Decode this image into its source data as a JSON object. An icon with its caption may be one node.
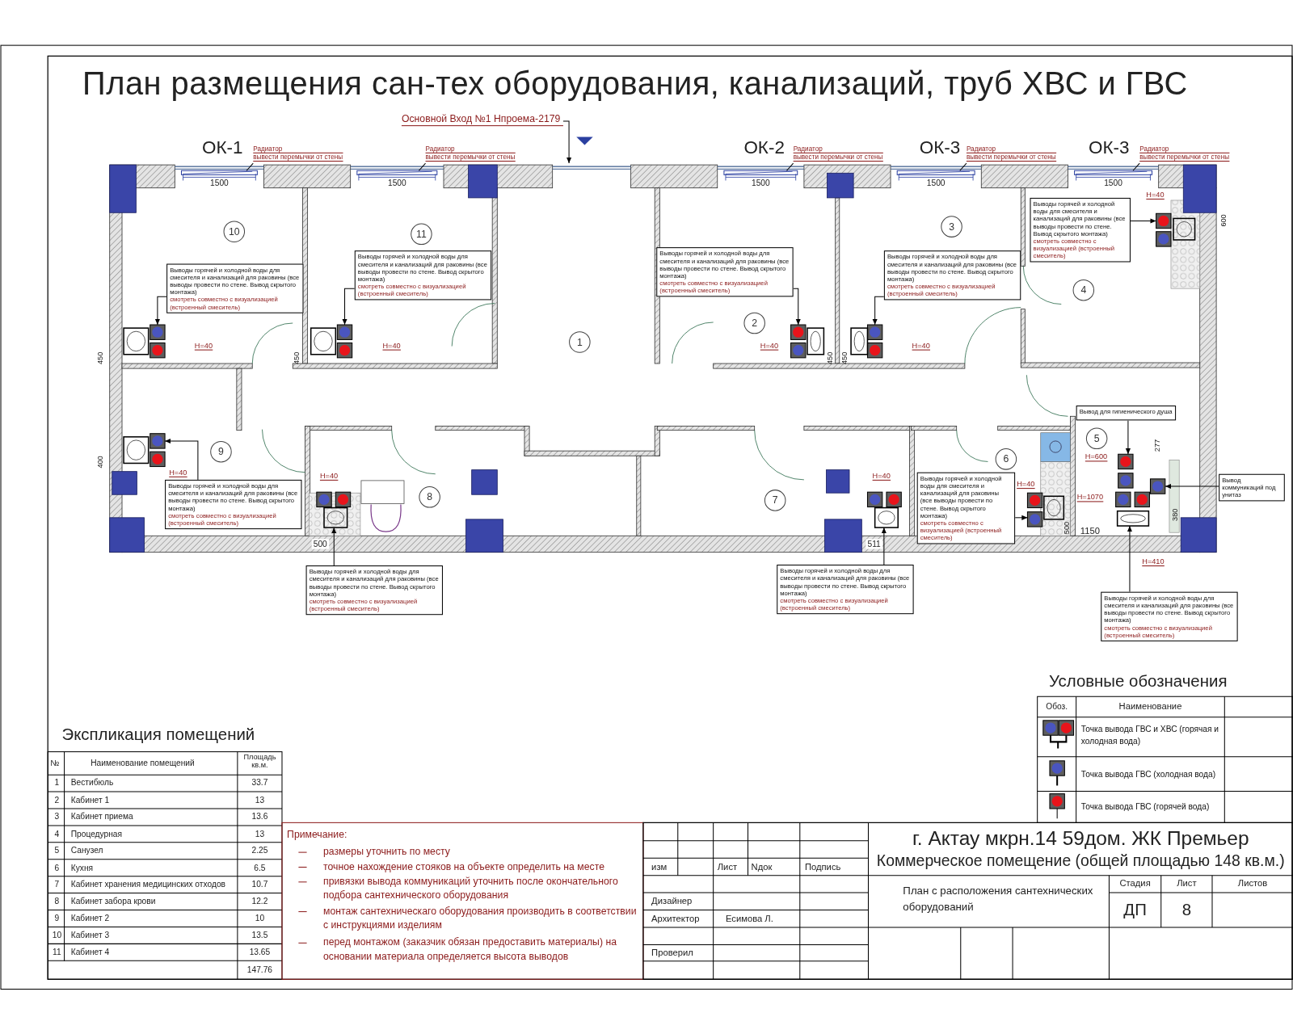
{
  "diagram": {
    "title": "План размещения сан-тех оборудования, канализаций, труб ХВС и ГВС",
    "nodes": [
      {
        "text": [
          "Основной Вход №1 Нпроема-2179"
        ]
      },
      {
        "text": [
          "Радиатор",
          "вывести перемычки от стены"
        ]
      },
      {
        "text": [
          "Радиатор",
          "вывести перемычки от стены"
        ]
      },
      {
        "text": [
          "Радиатор",
          "вывести перемычки от стены"
        ]
      },
      {
        "text": [
          "Радиатор",
          "вывести перемычки от стены"
        ]
      },
      {
        "text": [
          "Радиатор",
          "вывести перемычки от стены"
        ]
      },
      {
        "text": [
          "10"
        ]
      },
      {
        "text": [
          "11"
        ]
      },
      {
        "text": [
          "1"
        ]
      },
      {
        "text": [
          "2"
        ]
      },
      {
        "text": [
          "3"
        ]
      },
      {
        "text": [
          "4"
        ]
      },
      {
        "text": [
          "9"
        ]
      },
      {
        "text": [
          "8"
        ]
      },
      {
        "text": [
          "7"
        ]
      },
      {
        "text": [
          "6"
        ]
      },
      {
        "text": [
          "5"
        ]
      },
      {
        "text": [
          "Выводы горячей и холодной воды для смесителя и канализаций для раковины (все выводы провести по стене. Вывод скрытого монтажа)",
          "смотреть совместно с визуализацией (встроенный смеситель)"
        ]
      },
      {
        "text": [
          "Выводы горячей и холодной воды для смесителя и канализаций для раковины (все выводы провести по стене. Вывод скрытого монтажа)",
          "смотреть совместно с визуализацией (встроенный смеситель)"
        ]
      },
      {
        "text": [
          "Выводы горячей и холодной воды для смесителя и канализаций для раковины (все выводы провести по стене. Вывод скрытого монтажа)",
          "смотреть совместно с визуализацией (встроенный смеситель)"
        ]
      },
      {
        "text": [
          "Выводы горячей и холодной воды для смесителя и канализаций для раковины (все выводы провести по стене. Вывод скрытого монтажа)",
          "смотреть совместно с визуализацией (встроенный смеситель)"
        ]
      },
      {
        "text": [
          "Выводы горячей и холодной воды для смесителя и канализаций для раковины (все выводы провести по стене. Вывод скрытого монтажа)",
          "смотреть совместно с визуализацией (встроенный смеситель)"
        ]
      },
      {
        "text": [
          "Вывод для гигиенического душа"
        ]
      },
      {
        "text": [
          "Выводы горячей и холодной воды для смесителя и канализаций для раковины (все выводы провести по стене. Вывод скрытого монтажа)",
          "смотреть совместно с визуализацией (встроенный смеситель)"
        ]
      },
      {
        "text": [
          "Выводы горячей и холодной воды для смесителя и канализаций для раковины (все выводы провести по стене. Вывод скрытого монтажа)",
          "смотреть совместно с визуализацией (встроенный смеситель)"
        ]
      },
      {
        "text": [
          "Вывод коммуникаций под унитаз"
        ]
      },
      {
        "text": [
          "Выводы горячей и холодной воды для смесителя и канализаций для раковины (все выводы провести по стене. Вывод скрытого монтажа)",
          "смотреть совместно с визуализацией (встроенный смеситель)"
        ]
      },
      {
        "text": [
          "Выводы горячей и холодной воды для смесителя и канализаций для раковины (все выводы провести по стене. Вывод скрытого монтажа)",
          "смотреть совместно с визуализацией (встроенный смеситель)"
        ]
      },
      {
        "text": [
          "Выводы горячей и холодной воды для смесителя и канализаций для раковины (все выводы провести по стене. Вывод скрытого монтажа)",
          "смотреть совместно с визуализацией (встроенный смеситель)"
        ]
      },
      {
        "text": [],
        "shape": "picture"
      },
      {
        "text": [],
        "shape": "picture"
      },
      {
        "text": [],
        "shape": "picture"
      },
      {
        "text": [],
        "shape": "picture"
      },
      {
        "text": [],
        "shape": "picture"
      },
      {
        "text": [],
        "shape": "picture"
      },
      {
        "text": [],
        "shape": "picture"
      },
      {
        "text": [],
        "shape": "picture"
      },
      {
        "text": [],
        "shape": "picture"
      },
      {
        "text": [],
        "shape": "picture"
      },
      {
        "text": [],
        "shape": "picture"
      },
      {
        "text": [],
        "shape": "picture"
      }
    ],
    "edges": [
      {
        "from": 0,
        "to": null,
        "arrow": "to"
      },
      {
        "from": 1,
        "to": null,
        "arrow": "none"
      },
      {
        "from": 2,
        "to": null,
        "arrow": "none"
      },
      {
        "from": 3,
        "to": null,
        "arrow": "none"
      },
      {
        "from": 4,
        "to": null,
        "arrow": "none"
      },
      {
        "from": 5,
        "to": null,
        "arrow": "none"
      },
      {
        "from": 17,
        "to": 33,
        "arrow": "to"
      },
      {
        "from": 18,
        "to": 29,
        "arrow": "to"
      },
      {
        "from": 19,
        "to": 30,
        "arrow": "to"
      },
      {
        "from": 20,
        "to": 31,
        "arrow": "to"
      },
      {
        "from": 21,
        "to": 32,
        "arrow": "to"
      },
      {
        "from": 22,
        "to": 38,
        "arrow": "to"
      },
      {
        "from": 23,
        "to": 34,
        "arrow": "to"
      },
      {
        "from": 24,
        "to": 37,
        "arrow": "to"
      },
      {
        "from": 25,
        "to": 39,
        "arrow": "to"
      },
      {
        "from": 26,
        "to": 35,
        "arrow": "to"
      },
      {
        "from": 27,
        "to": 36,
        "arrow": "to"
      },
      {
        "from": 28,
        "to": 40,
        "arrow": "to"
      }
    ],
    "labels": [
      "ОК-1",
      "ОК-2",
      "ОК-3",
      "ОК-3",
      "1500",
      "1500",
      "1500",
      "1500",
      "1500",
      "450",
      "H=40",
      "450",
      "H=40",
      "H=40",
      "450",
      "450",
      "H=40",
      "H=40",
      "600",
      "400",
      "H=40",
      "H=40",
      "500",
      "H=40",
      "511",
      "H=40",
      "500",
      "H=600",
      "277",
      "H=1070",
      "380",
      "1150",
      "H=410",
      "Экспликация помещений",
      "№",
      "Наименование помещений",
      "Площадь кв.м.",
      "1",
      "Вестибюль",
      "33.7",
      "2",
      "Кабинет 1",
      "13",
      "3",
      "Кабинет приема",
      "13.6",
      "4",
      "Процедурная",
      "13",
      "5",
      "Санузел",
      "2.25",
      "6",
      "Кухня",
      "6.5",
      "7",
      "Кабинет хранения медицинских отходов",
      "10.7",
      "8",
      "Кабинет забора крови",
      "12.2",
      "9",
      "Кабинет 2",
      "10",
      "10",
      "Кабинет 3",
      "13.5",
      "11",
      "Кабинет 4",
      "13.65",
      "147.76",
      "Условные обозначения",
      "Обоз.",
      "Наименование",
      "Примечание:",
      "размеры уточнить по месту",
      "точное нахождение стояков на объекте определить на месте",
      "привязки вывода коммуникаций уточнить после окончательного подбора сантехнического оборудования",
      "монтаж сантехническаго оборудования производить в соответствии с инструкциями изделиям",
      "перед монтажом (заказчик обязан предоставить материалы) на основании материала определяется высота выводов",
      "г. Актау мкрн.14 59дом. ЖК Премьер",
      "Коммерческое помещение (общей площадью 148 кв.м.)",
      "изм",
      "Лист",
      "Nдок",
      "Подпись",
      "Дизайнер",
      "Архитектор",
      "Есимова Л.",
      "Проверил",
      "План с расположения сантехнических оборудований",
      "Стадия",
      "Лист",
      "Листов",
      "ДП",
      "8"
    ],
    "legend": [
      {
        "text": "Точка вывода ГВС и ХВС (горячая и холодная вода)"
      },
      {
        "text": "Точка вывода ГВС (холодная вода)"
      },
      {
        "text": "Точка вывода ГВС (горячей вода)"
      }
    ]
  }
}
